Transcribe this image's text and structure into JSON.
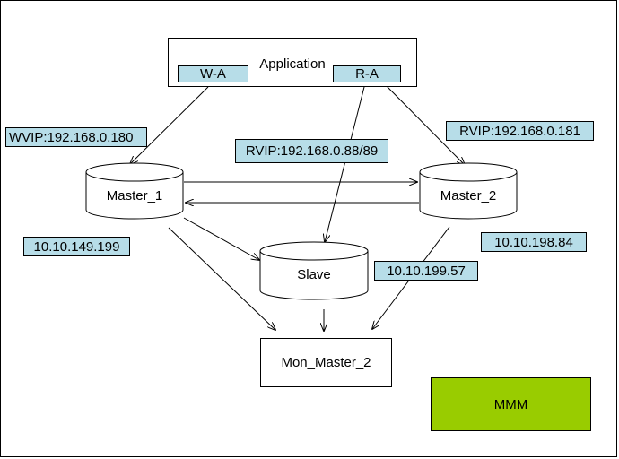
{
  "nodes": {
    "application": "Application",
    "write_agent": "W-A",
    "read_agent": "R-A",
    "master_1": "Master_1",
    "master_2": "Master_2",
    "slave": "Slave",
    "monitor": "Mon_Master_2",
    "mmm": "MMM"
  },
  "labels": {
    "wvip": "WVIP:192.168.0.180",
    "rvip_master_2": "RVIP:192.168.0.181",
    "rvip_slave": "RVIP:192.168.0.88/89",
    "ip_master_1": "10.10.149.199",
    "ip_master_2": "10.10.198.84",
    "ip_slave": "10.10.199.57"
  },
  "colors": {
    "tag_fill": "#b7dde8",
    "mmm_fill": "#99cc00",
    "line": "#000000"
  }
}
